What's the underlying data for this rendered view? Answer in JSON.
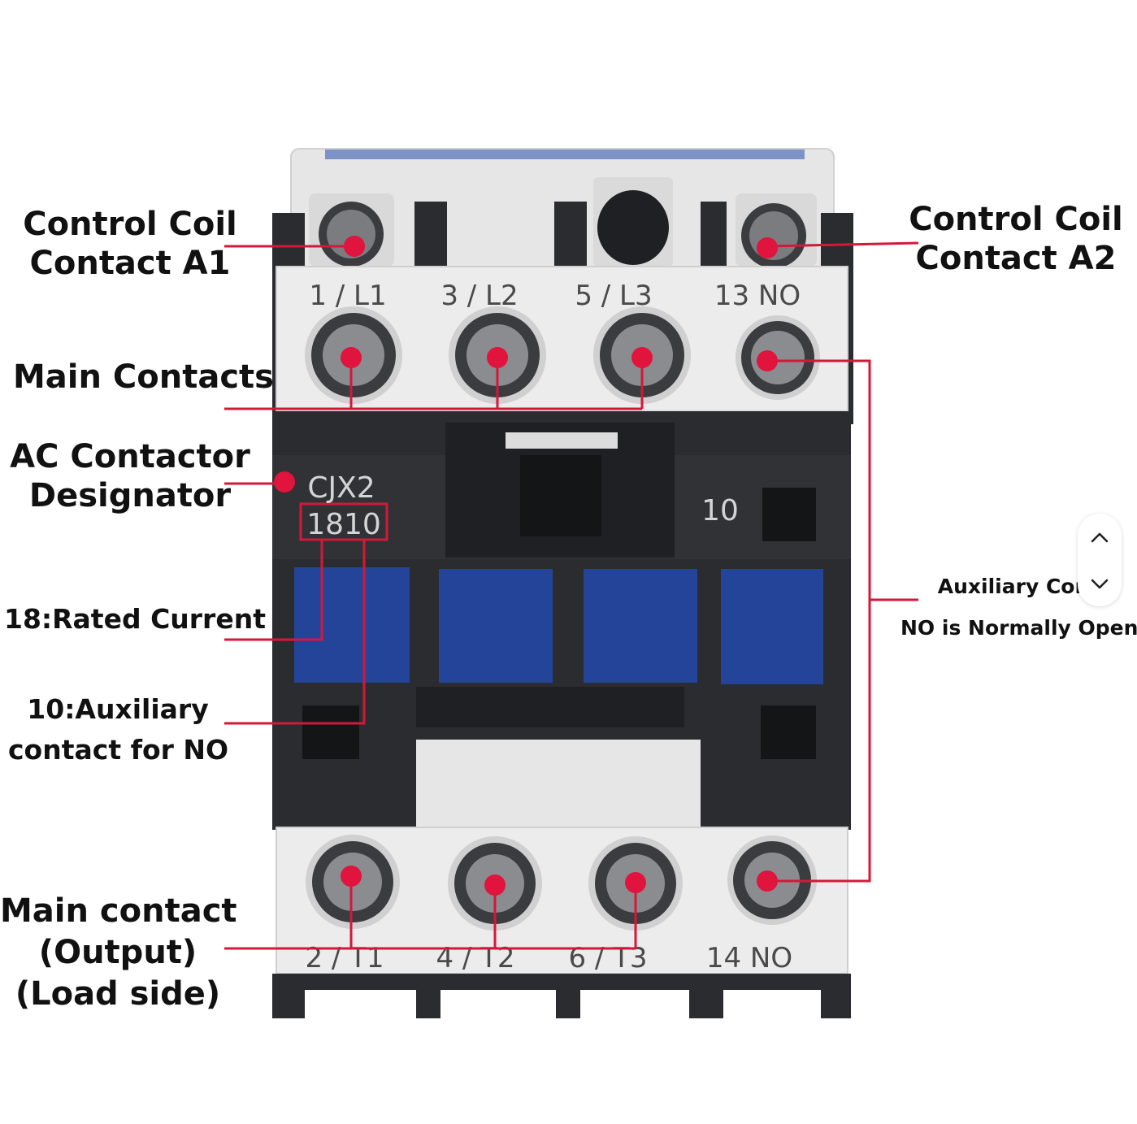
{
  "labels": {
    "coil_a1": [
      "Control Coil",
      "Contact A1"
    ],
    "coil_a2": [
      "Control Coil",
      "Contact A2"
    ],
    "main_contacts": "Main Contacts",
    "designator": [
      "AC Contactor",
      "Designator"
    ],
    "rated_current": "18:Rated Current",
    "aux_no": [
      "10:Auxiliary",
      "contact for NO"
    ],
    "aux_right": [
      "Auxiliary Cont",
      "NO is Normally Open"
    ],
    "output": [
      "Main contact",
      "(Output)",
      "(Load side)"
    ]
  },
  "device": {
    "top_terminals": [
      "1 / L1",
      "3 / L2",
      "5 / L3",
      "13 NO"
    ],
    "bottom_terminals": [
      "2 / T1",
      "4 / T2",
      "6 / T3",
      "14 NO"
    ],
    "model": "CJX2",
    "code": "1810",
    "aux_code": "10"
  },
  "colors": {
    "callout": "#d4183a",
    "housing_dark": "#2a2c30",
    "housing_light": "#e9e9e9",
    "blue_block": "#24449a"
  },
  "icons": {
    "scroll_up": "chevron-up-icon",
    "scroll_down": "chevron-down-icon"
  }
}
